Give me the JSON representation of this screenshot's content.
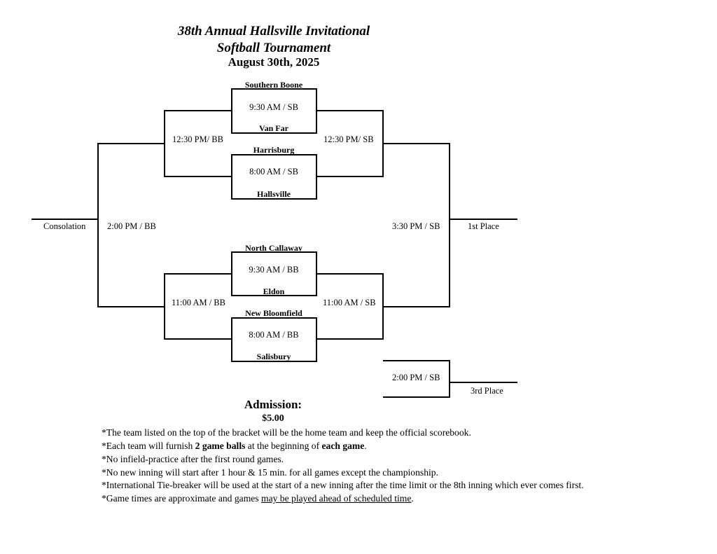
{
  "header": {
    "title_line1": "38th Annual Hallsville Invitational",
    "title_line2": "Softball Tournament",
    "date": "August 30th, 2025"
  },
  "games": {
    "g1": {
      "home": "Southern Boone",
      "time": "9:30 AM / SB",
      "away": "Van Far"
    },
    "g2": {
      "home": "Harrisburg",
      "time": "8:00 AM / SB",
      "away": "Hallsville"
    },
    "g3": {
      "home": "North Callaway",
      "time": "9:30 AM / BB",
      "away": "Eldon"
    },
    "g4": {
      "home": "New Bloomfield",
      "time": "8:00 AM / BB",
      "away": "Salisbury"
    }
  },
  "rounds": {
    "upper_left": "12:30 PM/ BB",
    "upper_right": "12:30 PM/ SB",
    "lower_left": "11:00 AM / BB",
    "lower_right": "11:00 AM / SB",
    "consolation_time": "2:00 PM / BB",
    "championship_time": "3:30 PM / SB",
    "third_place_time": "2:00 PM / SB"
  },
  "places": {
    "consolation": "Consolation",
    "first": "1st Place",
    "third": "3rd Place"
  },
  "admission": {
    "heading": "Admission:",
    "price": "$5.00"
  },
  "notes": {
    "n1": "*The team listed on the top of the bracket will be the home team and keep the official scorebook.",
    "n2_pre": "*Each team will furnish ",
    "n2_b1": "2 game balls",
    "n2_mid": " at the beginning of ",
    "n2_b2": "each game",
    "n2_post": ".",
    "n3": "*No infield-practice after the first round games.",
    "n4": "*No new inning will start after 1  hour & 15 min. for all games except the championship.",
    "n5": "*International Tie-breaker will be used at the start of a new inning after the time limit or the 8th inning which ever comes first.",
    "n6_pre": "*Game times are approximate and games ",
    "n6_u": "may be played ahead of scheduled time",
    "n6_post": "."
  }
}
